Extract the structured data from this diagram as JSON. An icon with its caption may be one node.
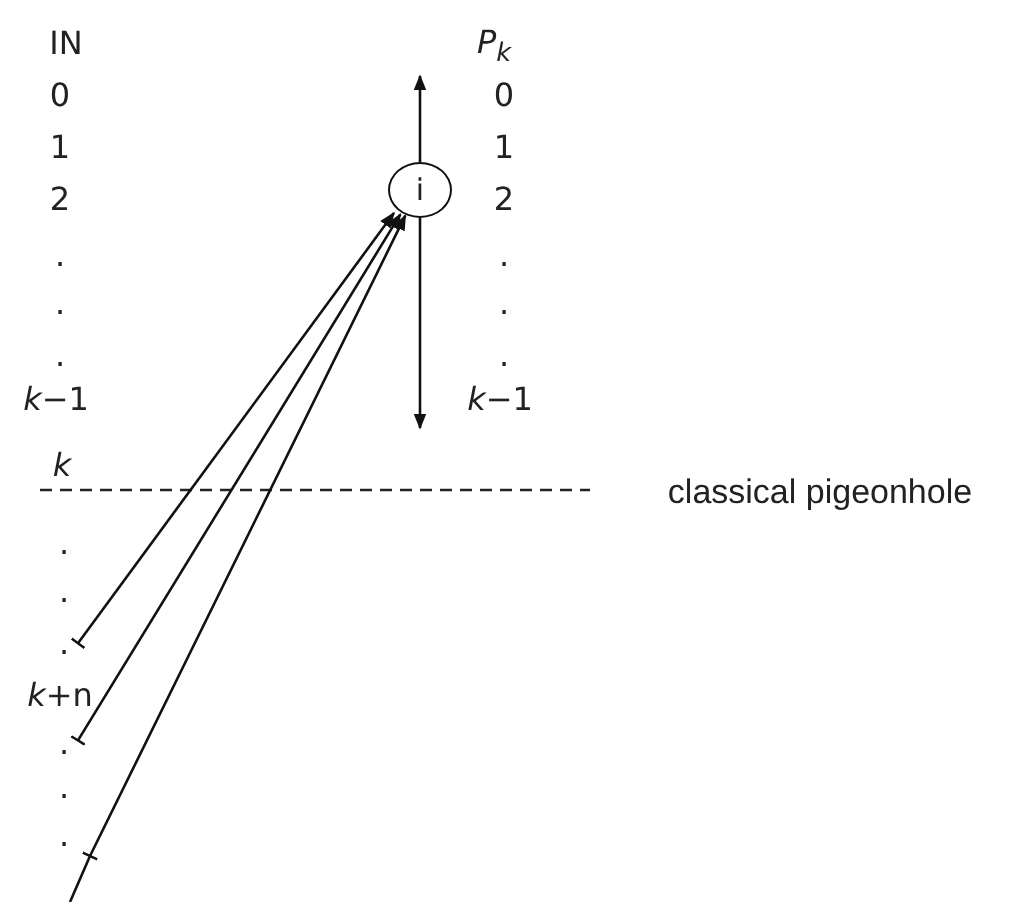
{
  "diagram": {
    "nodes": [
      {
        "text": [
          "i"
        ]
      },
      {
        "text": [
          "."
        ]
      },
      {
        "text": [
          "."
        ]
      }
    ],
    "edges": [
      {
        "from": 0,
        "to": null,
        "arrow": "to"
      },
      {
        "from": 0,
        "to": null,
        "arrow": "to"
      },
      {
        "from": 1,
        "to": 0,
        "arrow": "to"
      },
      {
        "from": 2,
        "to": 0,
        "arrow": "to"
      },
      {
        "from": null,
        "to": 0,
        "arrow": "to"
      }
    ],
    "labels": [
      "IN",
      "0",
      "1",
      "2",
      ".",
      ".",
      ".",
      "*k*−1",
      "k",
      ".",
      ".",
      "*k*+n",
      ".",
      ".",
      "*P*$_{k}$",
      "0",
      "1",
      "2",
      ".",
      ".",
      ".",
      "*k*−1",
      "classical pigeonhole"
    ]
  }
}
